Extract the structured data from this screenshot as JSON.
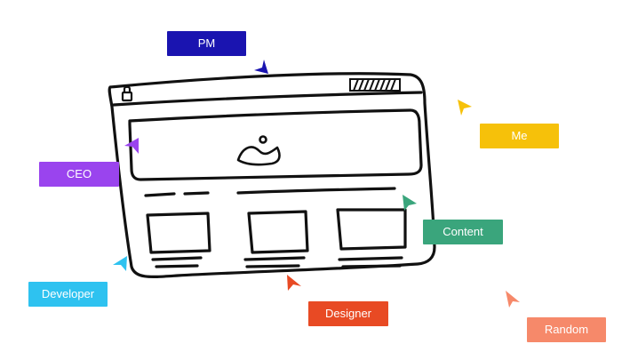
{
  "tags": {
    "pm": {
      "label": "PM",
      "color": "#1a14b0"
    },
    "me": {
      "label": "Me",
      "color": "#f6c10a"
    },
    "ceo": {
      "label": "CEO",
      "color": "#9a44ee"
    },
    "content": {
      "label": "Content",
      "color": "#3aa57c"
    },
    "developer": {
      "label": "Developer",
      "color": "#2ec2f0"
    },
    "designer": {
      "label": "Designer",
      "color": "#e84a24"
    },
    "random": {
      "label": "Random",
      "color": "#f6896a"
    }
  },
  "sketch": {
    "stroke_color": "#111111",
    "icons": [
      "browser-window-sketch",
      "image-placeholder-icon",
      "lock-icon",
      "window-controls"
    ]
  }
}
